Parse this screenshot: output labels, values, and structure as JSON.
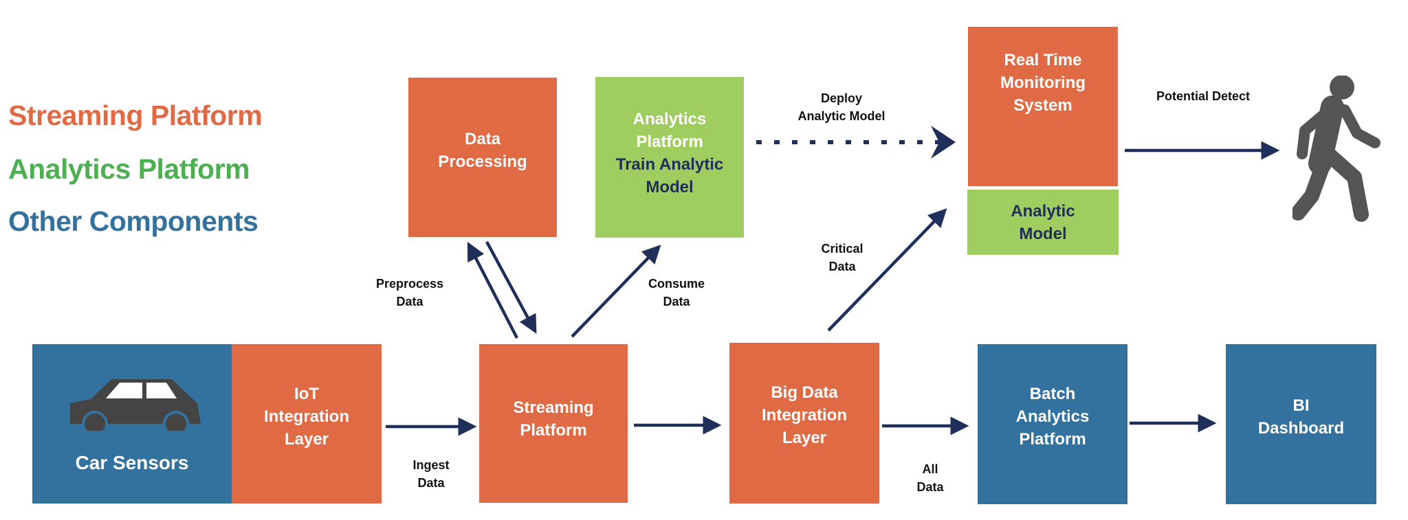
{
  "legend": [
    {
      "label": "Streaming Platform",
      "color": "#e06a43"
    },
    {
      "label": "Analytics Platform",
      "color": "#4caf50"
    },
    {
      "label": "Other Components",
      "color": "#33729e"
    }
  ],
  "colors": {
    "streaming": "#e06a43",
    "analytics": "#9fcd60",
    "other": "#33729e",
    "arrow": "#1f2f5a",
    "icon": "#555555"
  },
  "boxes": {
    "car_sensors": {
      "label": "Car Sensors",
      "icon": "car-icon"
    },
    "iot": {
      "lines": [
        "IoT",
        "Integration",
        "Layer"
      ]
    },
    "streaming": {
      "lines": [
        "Streaming",
        "Platform"
      ]
    },
    "data_processing": {
      "lines": [
        "Data",
        "Processing"
      ]
    },
    "analytics": {
      "lines": [
        "Analytics",
        "Platform"
      ],
      "sublines": [
        "Train Analytic",
        "Model"
      ]
    },
    "big_data": {
      "lines": [
        "Big Data",
        "Integration",
        "Layer"
      ]
    },
    "batch": {
      "lines": [
        "Batch",
        "Analytics",
        "Platform"
      ]
    },
    "bi": {
      "lines": [
        "BI",
        "Dashboard"
      ]
    },
    "rtms": {
      "lines": [
        "Real Time",
        "Monitoring",
        "System"
      ]
    },
    "analytic_model": {
      "lines": [
        "Analytic",
        "Model"
      ]
    },
    "person": {
      "icon": "pedestrian-icon"
    }
  },
  "edge_labels": {
    "ingest": [
      "Ingest",
      "Data"
    ],
    "preprocess": [
      "Preprocess",
      "Data"
    ],
    "consume": [
      "Consume",
      "Data"
    ],
    "deploy": [
      "Deploy",
      "Analytic Model"
    ],
    "critical": [
      "Critical",
      "Data"
    ],
    "all_data": [
      "All",
      "Data"
    ],
    "potential": [
      "Potential Detect"
    ]
  }
}
